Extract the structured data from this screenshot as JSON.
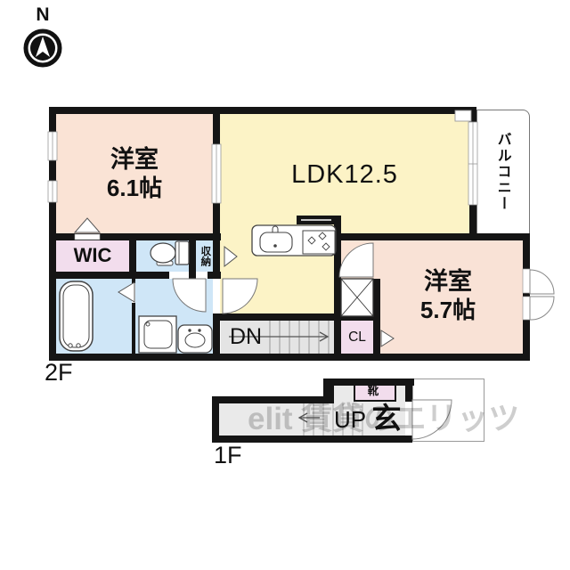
{
  "compass": {
    "label": "N"
  },
  "floor2": {
    "label": "2F",
    "bedroom1": {
      "name_line": "洋室",
      "size_line": "6.1帖"
    },
    "ldk": {
      "label": "LDK12.5"
    },
    "balcony": {
      "label": "バルコニー"
    },
    "wic": {
      "label": "WIC"
    },
    "storage": {
      "label": "収納"
    },
    "bedroom2": {
      "name_line": "洋室",
      "size_line": "5.7帖"
    },
    "stairs_down": {
      "label": "DN"
    },
    "closet": {
      "label": "CL"
    }
  },
  "floor1": {
    "label": "1F",
    "stairs_up": {
      "label": "UP"
    },
    "entrance": {
      "label": "玄"
    },
    "shoe_box": {
      "label": "靴"
    }
  },
  "watermark": {
    "text": "elit 賃貸のエリッツ"
  },
  "colors": {
    "room_pink": "#fae3d5",
    "ldk_yellow": "#fcf3c6",
    "closet_lavender": "#f2dded",
    "wet_blue": "#cfe6f7",
    "stair_gray": "#e4e4e4",
    "floor1_gray": "#eaeaea",
    "wall": "#151515"
  }
}
